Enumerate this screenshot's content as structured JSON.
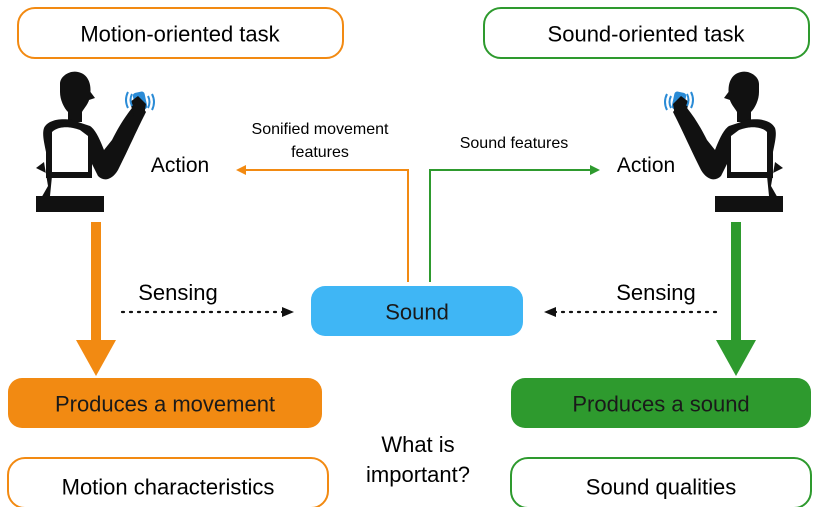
{
  "left": {
    "task_label": "Motion-oriented task",
    "action_label": "Action",
    "sensing_label": "Sensing",
    "produces_label": "Produces a movement",
    "characteristics_label": "Motion characteristics",
    "arrow_label_line1": "Sonified movement",
    "arrow_label_line2": "features",
    "color": "#f28a12"
  },
  "right": {
    "task_label": "Sound-oriented task",
    "action_label": "Action",
    "sensing_label": "Sensing",
    "produces_label": "Produces a sound",
    "characteristics_label": "Sound qualities",
    "arrow_label": "Sound features",
    "color": "#2e9a2e"
  },
  "center": {
    "sound_label": "Sound",
    "question_line1": "What is",
    "question_line2": "important?",
    "sound_color": "#3fb6f5"
  },
  "icons": {
    "person_left": "person-holding-device-icon",
    "person_right": "person-holding-device-icon"
  }
}
